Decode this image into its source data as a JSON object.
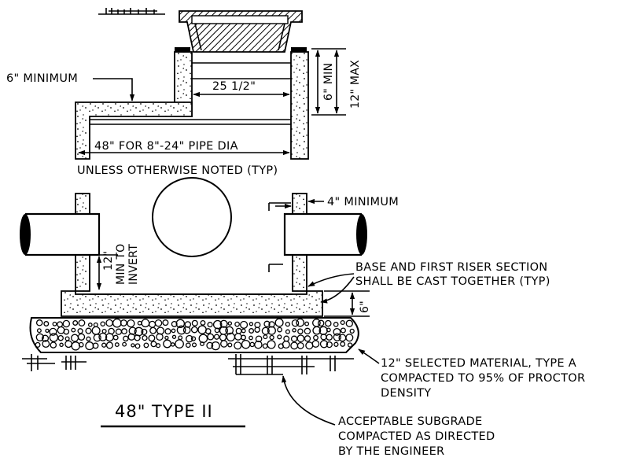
{
  "title": "48\" TYPE II",
  "labels": {
    "six_minimum": "6\" MINIMUM",
    "width_25": "25 1/2\"",
    "six_min": "6\" MIN",
    "twelve_max": "12\" MAX",
    "diameter_line1": "48\" FOR 8\"-24\" PIPE DIA",
    "diameter_line2": "UNLESS OTHERWISE NOTED (TYP)",
    "four_minimum": "4\" MINIMUM",
    "twelve_min_line1": "12\"",
    "twelve_min_line2": "MIN TO",
    "twelve_min_line3": "INVERT",
    "base_note_line1": "BASE AND FIRST RISER SECTION",
    "base_note_line2": "SHALL BE CAST TOGETHER (TYP)",
    "six_base": "6\"",
    "selected_line1": "12\" SELECTED MATERIAL, TYPE A",
    "selected_line2": "COMPACTED TO 95% OF PROCTOR",
    "selected_line3": "DENSITY",
    "subgrade_line1": "ACCEPTABLE SUBGRADE",
    "subgrade_line2": "COMPACTED AS DIRECTED",
    "subgrade_line3": "BY THE ENGINEER"
  }
}
